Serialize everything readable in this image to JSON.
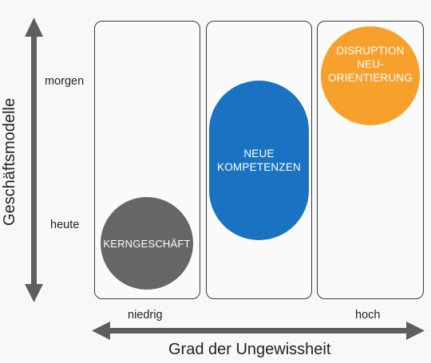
{
  "y_axis": {
    "title": "Geschäftsmodelle",
    "tick_top": "morgen",
    "tick_bottom": "heute"
  },
  "x_axis": {
    "title": "Grad der Ungewissheit",
    "tick_left": "niedrig",
    "tick_right": "hoch"
  },
  "shapes": {
    "core": {
      "label": "KERNGESCHÄFT",
      "color": "#666666"
    },
    "competencies": {
      "label": "NEUE\nKOMPETENZEN",
      "color": "#1a73c2"
    },
    "disruption": {
      "label": "DISRUPTION\nNEU-\nORIENTIERUNG",
      "color": "#f7a12c"
    }
  },
  "colors": {
    "arrow": "#5e5e5e",
    "column_border": "#3a3a3a"
  }
}
